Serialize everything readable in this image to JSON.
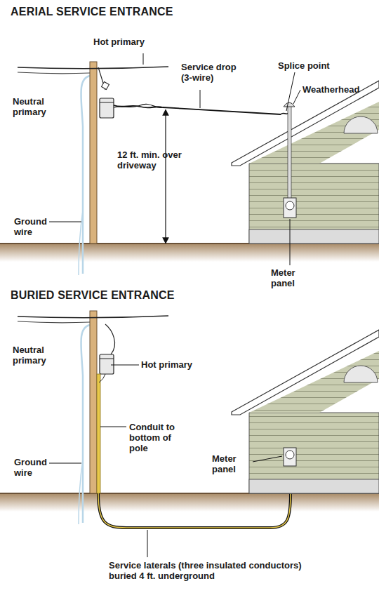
{
  "diagram": {
    "labels": [
      "AERIAL SERVICE ENTRANCE",
      "Hot primary",
      "Service drop (3-wire)",
      "Splice point",
      "Weatherhead",
      "Neutral primary",
      "12 ft. min. over driveway",
      "Ground wire",
      "Meter panel",
      "BURIED SERVICE ENTRANCE",
      "Neutral primary",
      "Hot primary",
      "Conduit to bottom of pole",
      "Ground wire",
      "Meter panel",
      "Service laterals (three insulated conductors) buried 4 ft. underground"
    ]
  }
}
